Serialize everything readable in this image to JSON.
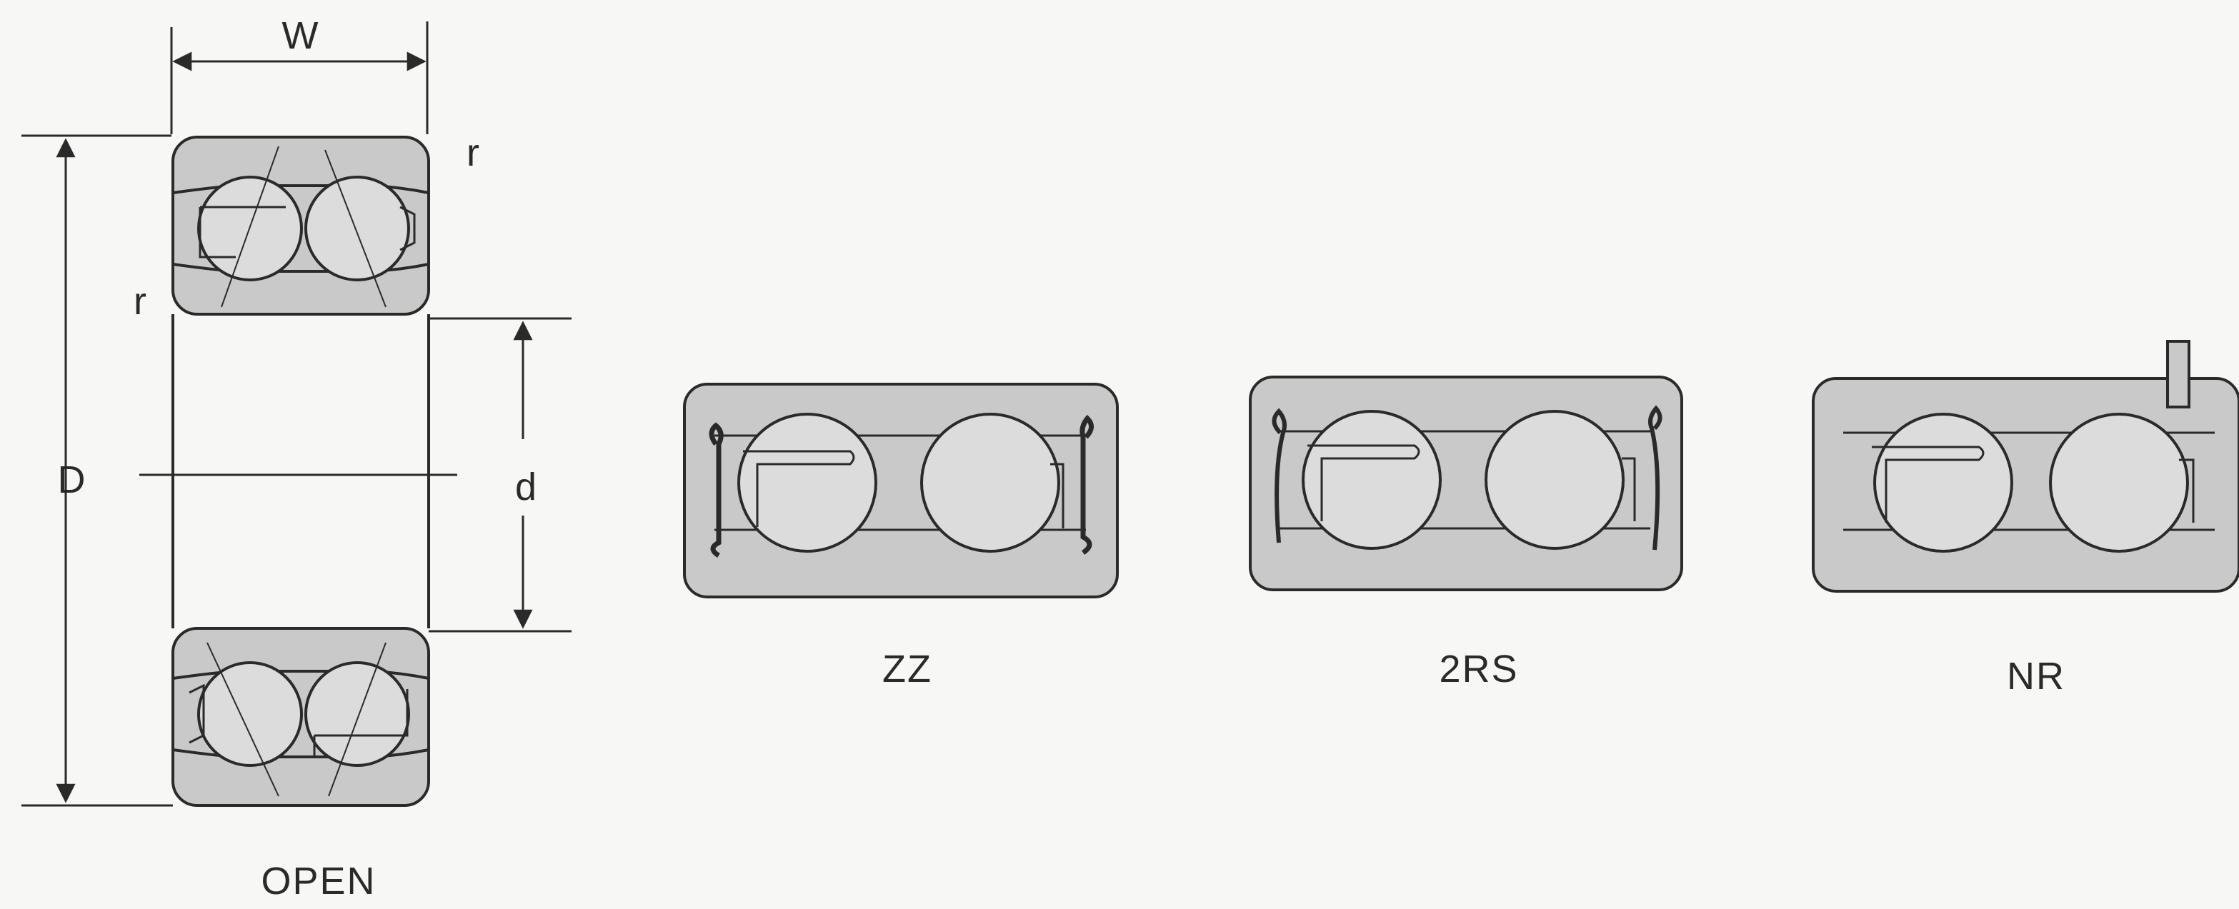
{
  "dimensions": {
    "width": "W",
    "outer_diameter": "D",
    "bore_diameter": "d",
    "radius_top": "r",
    "radius_left": "r"
  },
  "variants": [
    {
      "id": "open",
      "caption": "OPEN"
    },
    {
      "id": "zz",
      "caption": "ZZ"
    },
    {
      "id": "2rs",
      "caption": "2RS"
    },
    {
      "id": "nr",
      "caption": "NR"
    }
  ],
  "colors": {
    "background": "#f7f7f5",
    "ring_fill": "#c9c9c9",
    "ball_fill": "#dcdcdc",
    "line": "#2a2a2a"
  }
}
